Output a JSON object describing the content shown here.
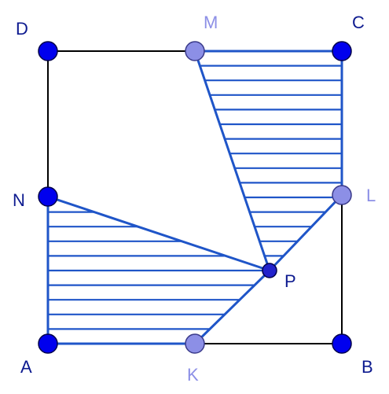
{
  "points": [
    {
      "key": "A",
      "label": "A",
      "color": "#0000ee",
      "style": "primary"
    },
    {
      "key": "B",
      "label": "B",
      "color": "#0000ee",
      "style": "primary"
    },
    {
      "key": "C",
      "label": "C",
      "color": "#0000ee",
      "style": "primary"
    },
    {
      "key": "D",
      "label": "D",
      "color": "#0000ee",
      "style": "primary"
    },
    {
      "key": "M",
      "label": "M",
      "color": "#8c8fe6",
      "style": "secondary"
    },
    {
      "key": "N",
      "label": "N",
      "color": "#0000ee",
      "style": "primary"
    },
    {
      "key": "L",
      "label": "L",
      "color": "#8c8fe6",
      "style": "secondary"
    },
    {
      "key": "K",
      "label": "K",
      "color": "#8c8fe6",
      "style": "secondary"
    },
    {
      "key": "P",
      "label": "P",
      "color": "#2222cc",
      "style": "primary"
    }
  ],
  "colors": {
    "square_edge": "#000000",
    "hatch": "#1f55c8",
    "primary_label": "#0d1a8f",
    "secondary_label": "#8c8fe6"
  },
  "regions": [
    {
      "name": "region-ank-pn",
      "vertices": [
        "A",
        "K",
        "P",
        "N"
      ],
      "fill": "hatched"
    },
    {
      "name": "region-mc-lp",
      "vertices": [
        "M",
        "C",
        "L",
        "P"
      ],
      "fill": "hatched"
    }
  ]
}
